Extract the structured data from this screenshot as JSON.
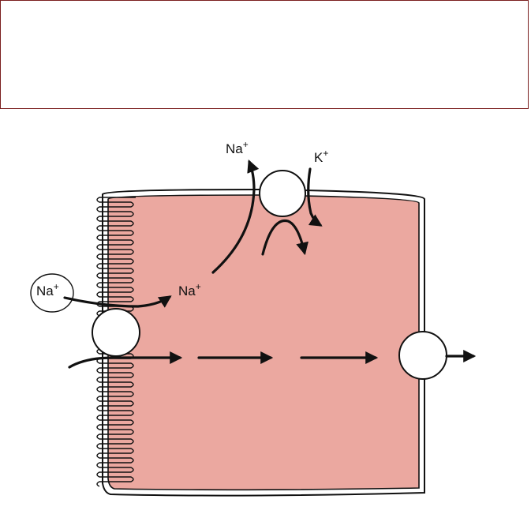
{
  "colors": {
    "cell_fill": "#eba8a0",
    "ink": "#111111",
    "frame": "#7a1f1f"
  },
  "labels": {
    "na_top": "Na",
    "k_top": "K",
    "na_inside": "Na",
    "na_outside": "Na",
    "plus": "+"
  }
}
